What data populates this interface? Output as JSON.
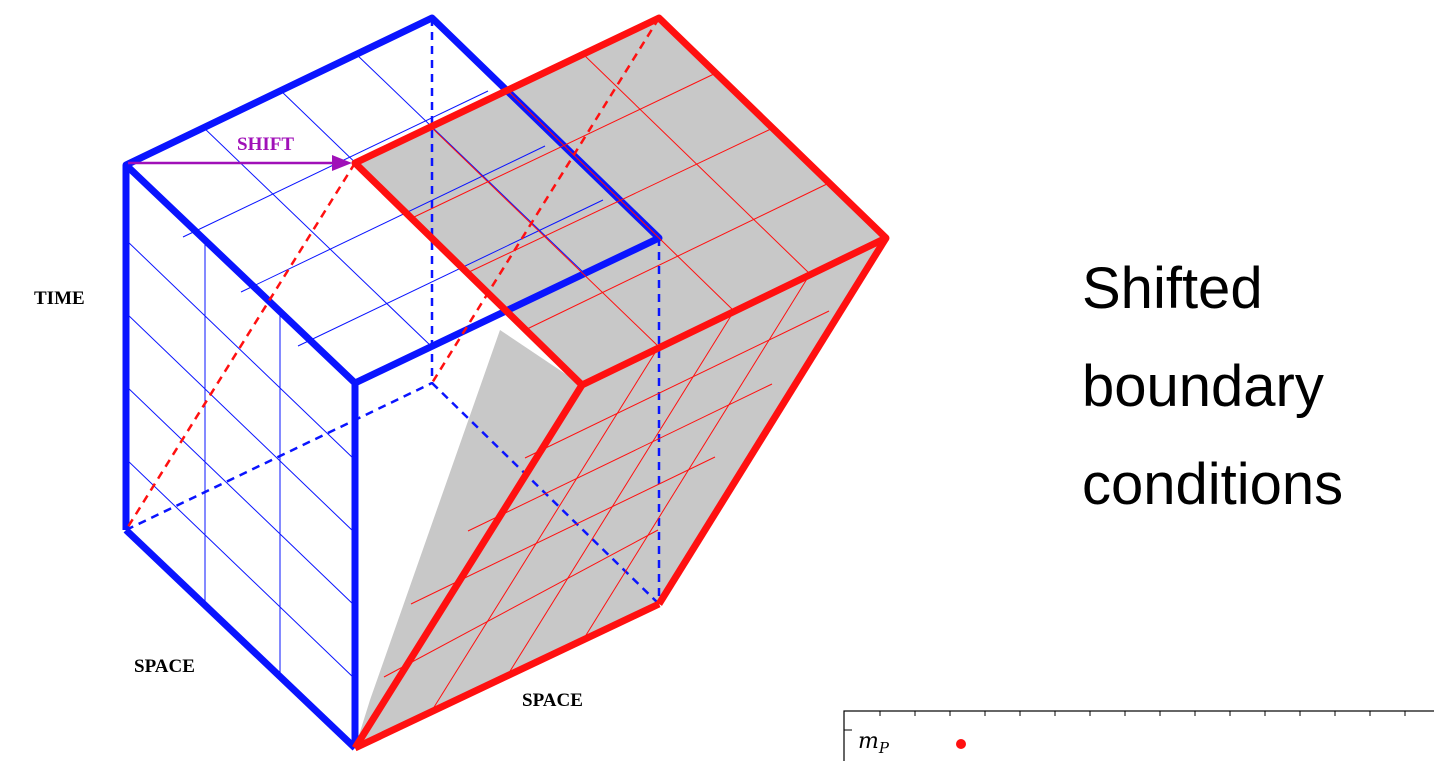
{
  "diagram": {
    "labels": {
      "time": "TIME",
      "space_left": "SPACE",
      "space_right": "SPACE",
      "shift": "SHIFT"
    }
  },
  "title": {
    "lines": [
      "Shifted",
      "boundary",
      "conditions"
    ]
  },
  "legend": {
    "symbol": "m",
    "subscript": "P"
  },
  "colors": {
    "blue_box": "#0a14ff",
    "red_box": "#ff1010",
    "shift_arrow": "#a010b8",
    "face_fill": "#c8c8c8"
  }
}
